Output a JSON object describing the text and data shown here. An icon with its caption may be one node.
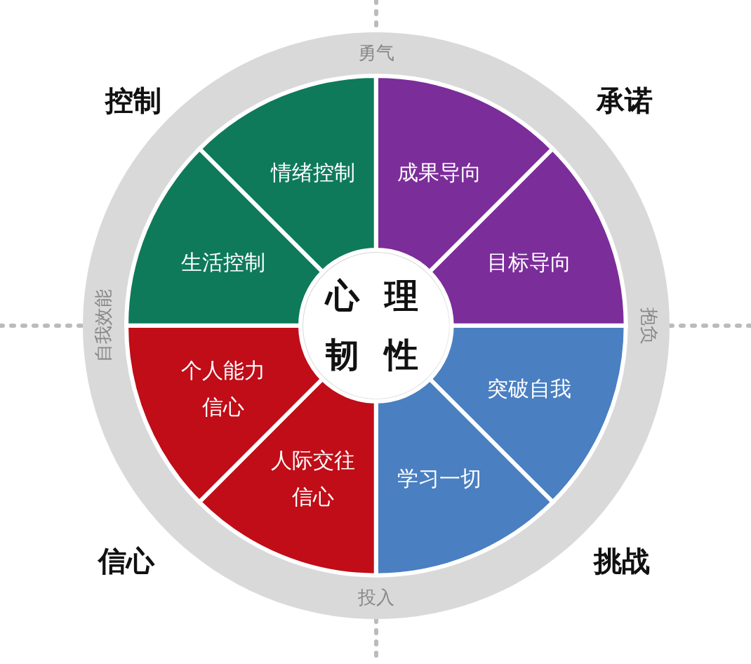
{
  "diagram": {
    "nodes": [
      {
        "text": [
          "情绪控制"
        ]
      },
      {
        "text": [
          "成果导向"
        ]
      },
      {
        "text": [
          "生活控制"
        ]
      },
      {
        "text": [
          "目标导向"
        ]
      },
      {
        "text": [
          "心理韧性"
        ]
      },
      {
        "text": [
          "个人能力信心"
        ]
      },
      {
        "text": [
          "突破自我"
        ]
      },
      {
        "text": [
          "人际交往信心"
        ]
      },
      {
        "text": [
          "学习一切"
        ]
      }
    ],
    "labels": [
      "控制",
      "勇气",
      "承诺",
      "自我效能",
      "抱负",
      "信心",
      "投入",
      "挑战"
    ]
  }
}
